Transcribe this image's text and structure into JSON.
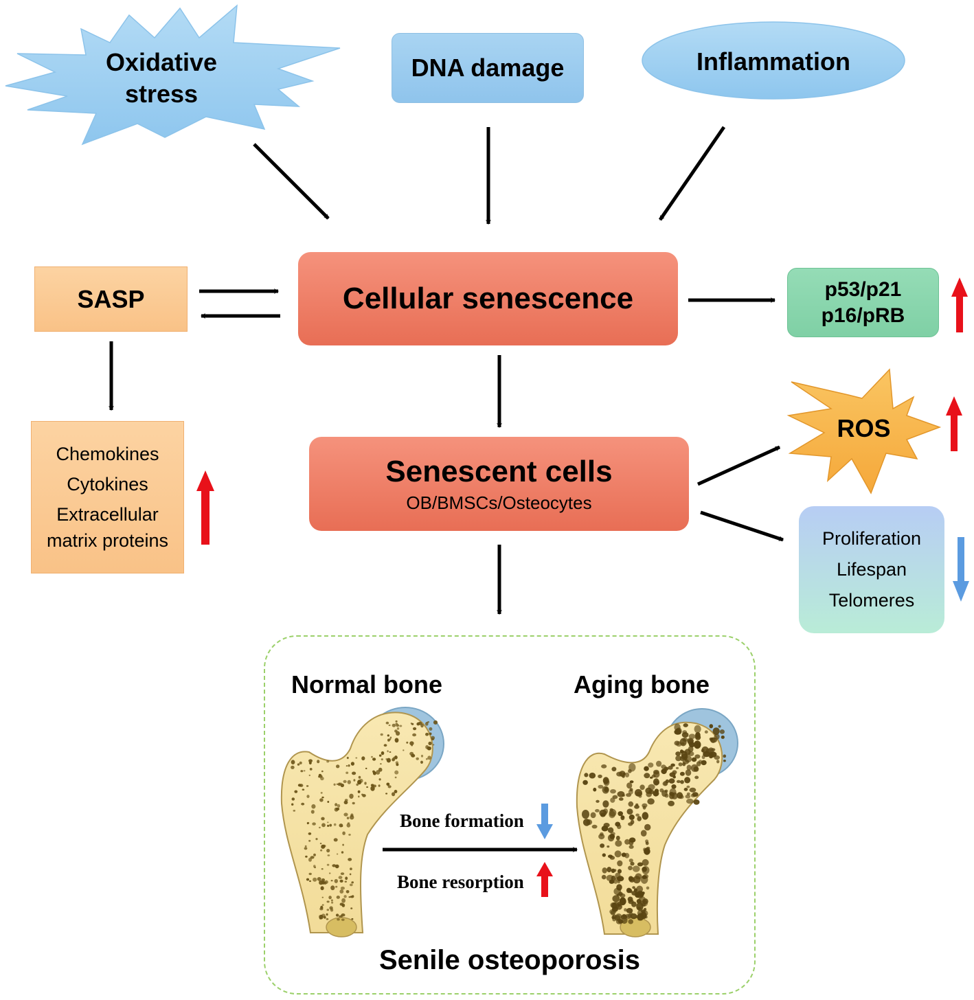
{
  "causes": {
    "oxidative_stress": [
      "Oxidative",
      "stress"
    ],
    "dna_damage": "DNA damage",
    "inflammation": "Inflammation"
  },
  "sasp": {
    "label": "SASP",
    "factors": [
      "Chemokines",
      "Cytokines",
      "Extracellular",
      "matrix proteins"
    ]
  },
  "cellular_senescence": "Cellular senescence",
  "senescent_cells": {
    "title": "Senescent cells",
    "subtitle": "OB/BMSCs/Osteocytes"
  },
  "markers": [
    "p53/p21",
    "p16/pRB"
  ],
  "ros": "ROS",
  "decreased": [
    "Proliferation",
    "Lifespan",
    "Telomeres"
  ],
  "outcome": {
    "normal_bone": "Normal bone",
    "aging_bone": "Aging bone",
    "bone_formation": "Bone formation",
    "bone_resorption": "Bone resorption",
    "title": "Senile osteoporosis"
  },
  "colors": {
    "increase_arrow": "#e8111a",
    "decrease_arrow": "#5b9be0",
    "cause_blue": "#9fd0f1",
    "senescence_red": "#ee7c63",
    "sasp_orange": "#fbc88f",
    "markers_green": "#86d5ab",
    "ros_star": "#f7b24c",
    "bone_fill": "#f7e4a6",
    "bone_pore": "#6b5418",
    "cartilage": "#9fc4de",
    "panel_border": "#9bd06a"
  }
}
